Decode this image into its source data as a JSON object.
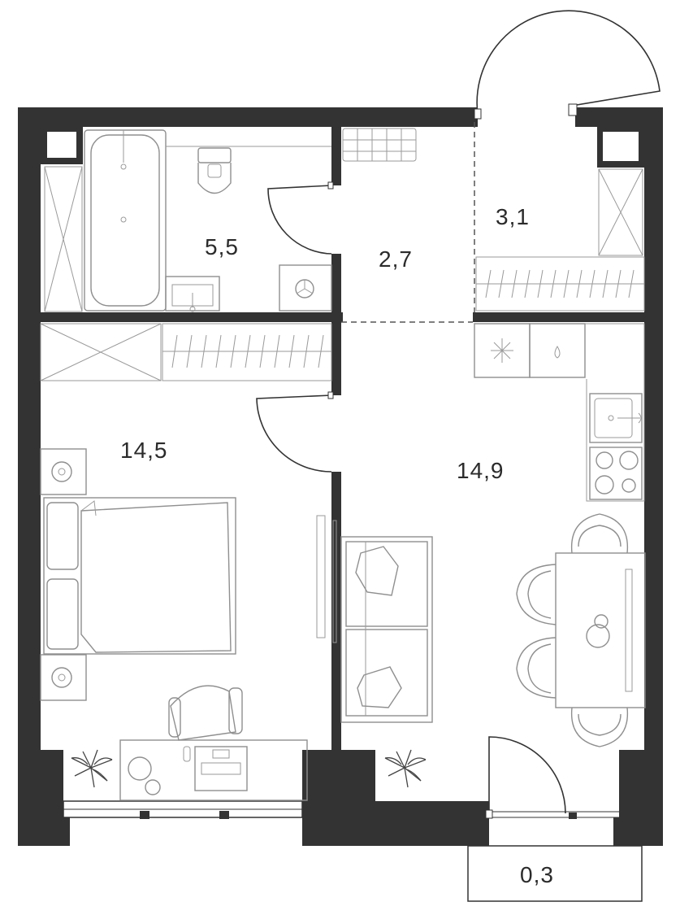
{
  "plan": {
    "rooms": [
      {
        "id": "bathroom",
        "area": "5,5"
      },
      {
        "id": "hallway",
        "area": "2,7"
      },
      {
        "id": "wardrobe",
        "area": "3,1"
      },
      {
        "id": "bedroom",
        "area": "14,5"
      },
      {
        "id": "kitchen-living",
        "area": "14,9"
      },
      {
        "id": "balcony",
        "area": "0,3"
      }
    ]
  }
}
